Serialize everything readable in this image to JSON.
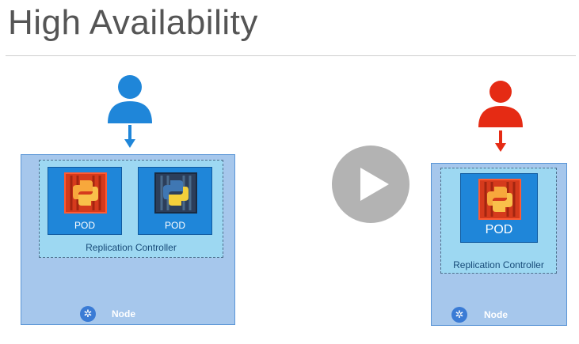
{
  "slide": {
    "title": "High Availability"
  },
  "left": {
    "pods": [
      {
        "label": "POD"
      },
      {
        "label": "POD"
      }
    ],
    "rc_label": "Replication Controller",
    "node_label": "Node"
  },
  "right": {
    "pods": [
      {
        "label": "POD"
      }
    ],
    "rc_label": "Replication Controller",
    "node_label": "Node"
  },
  "colors": {
    "user_blue": "#1f86d9",
    "user_red": "#e52b14",
    "pod_failed": "#d53a1c",
    "pod_ok": "#2c3e5a"
  },
  "icons": [
    "user-icon",
    "down-arrow-icon",
    "python-icon",
    "kubernetes-icon",
    "play-icon"
  ]
}
